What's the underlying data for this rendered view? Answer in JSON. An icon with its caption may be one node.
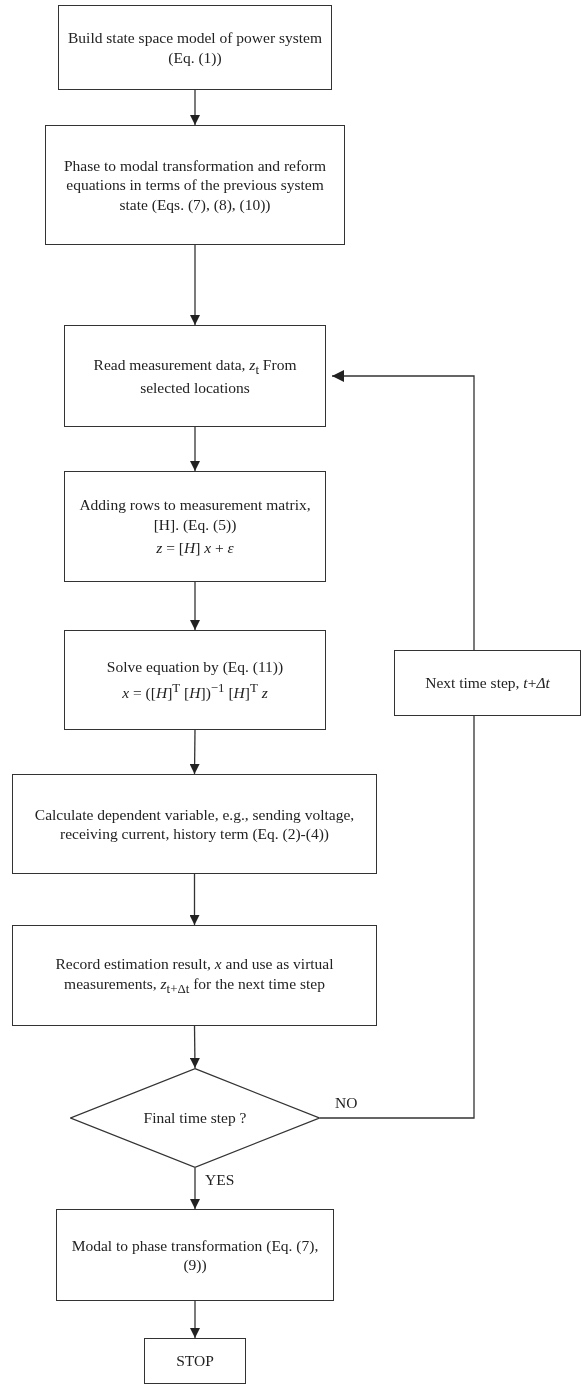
{
  "diagram": {
    "nodes": [
      {
        "text": [
          "Build state space model of power system (Eq. (1))"
        ]
      },
      {
        "text": [
          "Phase to modal transformation and reform equations in terms of the previous system state (Eqs. (7), (8), (10))"
        ]
      },
      {
        "text": [
          "Read measurement data, *z*$_{t}$ From selected locations"
        ]
      },
      {
        "text": [
          "Adding rows to measurement matrix, [H]. (Eq. (5))",
          "*z* = [*H*] *x* + *ε*"
        ]
      },
      {
        "text": [
          "Solve equation by (Eq. (11))",
          "*x* = ([*H*]$^{T}$ [*H*])$^{−1}$ [*H*]$^{T}$ *z*"
        ]
      },
      {
        "text": [
          "Calculate dependent variable, e.g., sending voltage, receiving current, history term (Eq. (2)-(4))"
        ]
      },
      {
        "text": [
          "Record estimation result, *x* and use as virtual measurements, *z*$_{t+Δt}$ for the next time step"
        ]
      },
      {
        "text": [
          "Final time step ?"
        ]
      },
      {
        "text": [
          "Modal to phase transformation (Eq. (7), (9))"
        ]
      },
      {
        "text": [
          "STOP"
        ]
      },
      {
        "text": [
          "Next time step, *t*+*Δt*"
        ]
      }
    ],
    "edges": [
      {
        "from": 0,
        "to": 1,
        "arrow": "to"
      },
      {
        "from": 1,
        "to": 2,
        "arrow": "to"
      },
      {
        "from": 2,
        "to": 3,
        "arrow": "to"
      },
      {
        "from": 3,
        "to": 4,
        "arrow": "to"
      },
      {
        "from": 4,
        "to": 5,
        "arrow": "to"
      },
      {
        "from": 5,
        "to": 6,
        "arrow": "to"
      },
      {
        "from": 6,
        "to": 7,
        "arrow": "to"
      },
      {
        "from": 7,
        "to": 8,
        "label": "YES",
        "arrow": "to"
      },
      {
        "from": 8,
        "to": 9,
        "arrow": "to"
      },
      {
        "from": 7,
        "to": 10,
        "label": "NO",
        "arrow": "none"
      },
      {
        "from": 10,
        "to": 2,
        "arrow": "to"
      }
    ]
  }
}
